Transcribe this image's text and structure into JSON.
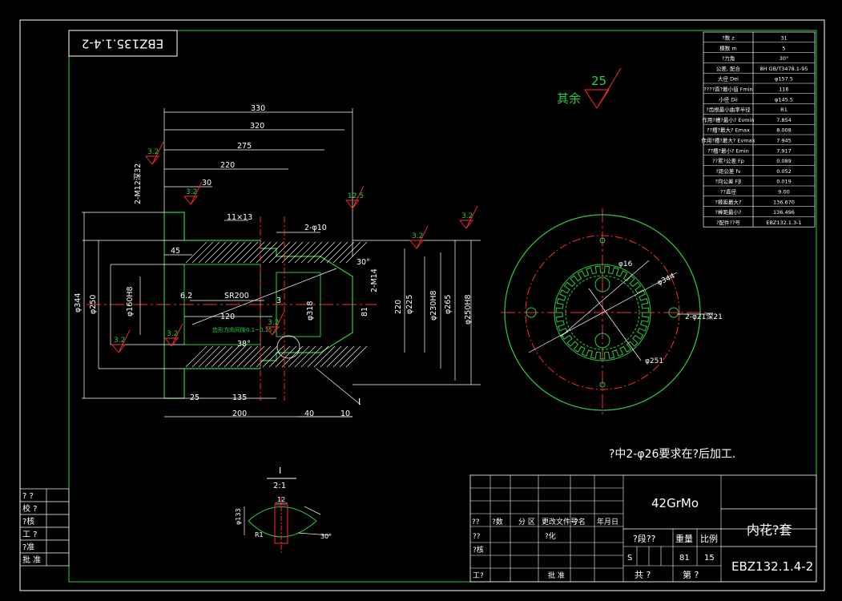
{
  "drawing_code_rotated": "EBZ135.1.4-2",
  "roughness_note": {
    "label": "其余",
    "value": "25"
  },
  "params": [
    [
      "?数 z",
      "31"
    ],
    [
      "模数 m",
      "5"
    ],
    [
      "?力角",
      "30°"
    ],
    [
      "公差, 配合",
      "8H GB/T3478.1-95"
    ],
    [
      "大径 Dei",
      "φ157.5"
    ],
    [
      "????直?最小值 Fmin",
      "116"
    ],
    [
      "小径 Dii",
      "φ145.5"
    ],
    [
      "?齿根最小曲率半径",
      "R1"
    ],
    [
      "作用?槽?最小? Evmin",
      "7.854"
    ],
    [
      "??槽?最大? Emax",
      "8.008"
    ],
    [
      "作用?槽?最大? Evmax",
      "7.945"
    ],
    [
      "??槽?最小? Emin",
      "7.917"
    ],
    [
      "??累?公差 Fp",
      "0.089"
    ],
    [
      "?距公差 fv",
      "0.052"
    ],
    [
      "?向公差 Fβ",
      "0.019"
    ],
    [
      "??直径",
      "9.00"
    ],
    [
      "?棒距最大?",
      "136.670"
    ],
    [
      "?棒距最小?",
      "136.496"
    ],
    [
      "?配件??号",
      "EBZ132.1.3-1"
    ]
  ],
  "dims": {
    "d330": "330",
    "d320": "320",
    "d275": "275",
    "d220": "220",
    "d30": "30",
    "d11x13": "11×13",
    "d2phi10": "2-φ10",
    "d45": "45",
    "d62": "6.2",
    "sr": "SR200",
    "d3": "3",
    "d120": "120",
    "d25": "25",
    "d135": "135",
    "d200": "200",
    "d40": "40",
    "d10": "10",
    "phi344": "φ344",
    "phi250": "φ250",
    "phi160": "φ160H8",
    "phi225": "φ225",
    "phi230": "φ230H8",
    "phi265": "φ265",
    "phi250h8": "φ250H8",
    "phi318": "φ318",
    "d81": "81",
    "d220v": "220",
    "d2m14": "2-M14",
    "thread": "2-M12深32",
    "d45deg": "30°",
    "d38": "38°",
    "ra32": "3.2",
    "ra125": "12.5",
    "detail_mark": "I",
    "green_note": "齿形方向间隙0.1~0.15",
    "r_phi16": "φ16",
    "r_phi344": "φ344",
    "r_phi251": "φ251",
    "r_2phi21": "2-φ21深21"
  },
  "detail": {
    "label": "I",
    "scale": "2:1",
    "d12": "12",
    "phi133": "φ133",
    "r1": "R1",
    "a30": "30°"
  },
  "note": "?中2-φ26要求在?后加工.",
  "title_block": {
    "material": "42GrMo",
    "part_name": "内花?套",
    "drawing_no": "EBZ132.1.4-2",
    "stage": "?段??",
    "weight": "重量",
    "scale": "比例",
    "scale_val": "15",
    "weight_val": "81",
    "s": "S",
    "total": "共   ?",
    "page": "第   ?",
    "rev_headers": [
      "??",
      "?数",
      "分 区",
      "更改文件号",
      "?名",
      "年月日"
    ],
    "row_labels": [
      "??",
      "?化",
      "?核",
      "",
      "工?",
      "批 准"
    ],
    "left_small": [
      "??",
      "?化",
      "?核",
      "",
      "工?",
      "批 准"
    ],
    "left_stack": [
      "? ?",
      "校 ?",
      "?核",
      "工 ?",
      "?准",
      "批 准"
    ]
  }
}
